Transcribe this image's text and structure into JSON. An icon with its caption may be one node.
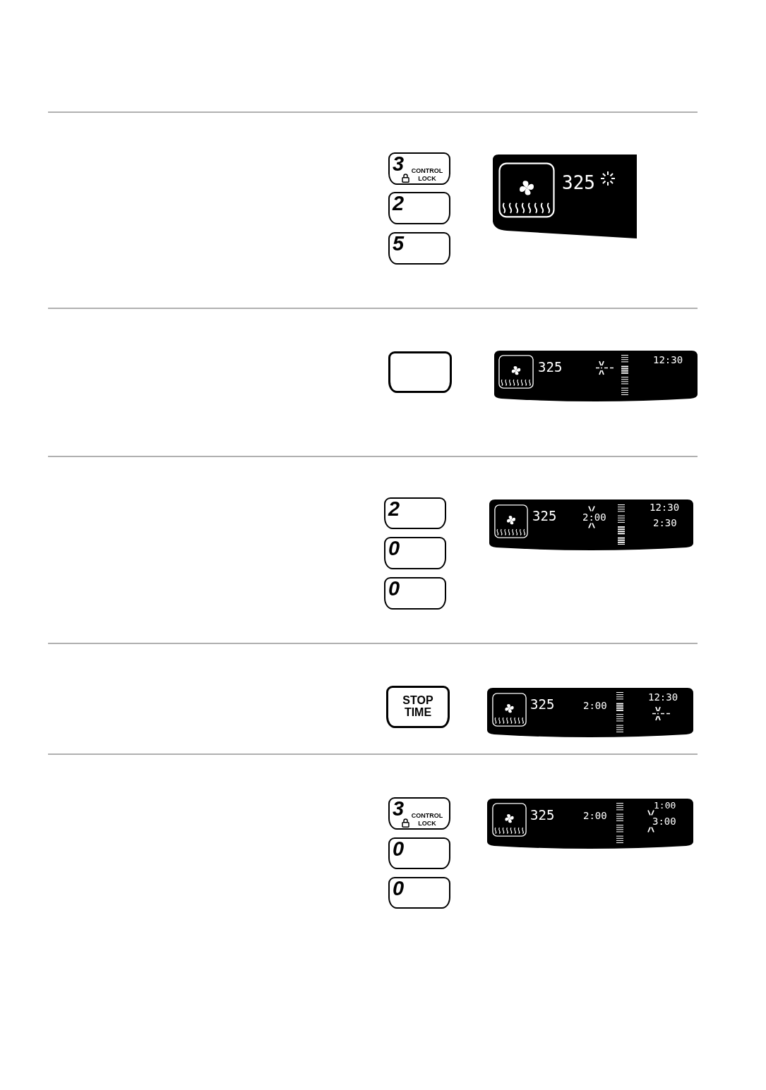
{
  "diagram": {
    "nodes": [
      {
        "text": [
          "3",
          "CONTROL LOCK"
        ]
      },
      {
        "text": [
          "2"
        ]
      },
      {
        "text": [
          "5"
        ]
      },
      {
        "text": [
          "325"
        ]
      },
      {
        "text": [],
        "shape": "box"
      },
      {
        "text": [
          "325",
          "12:30"
        ]
      },
      {
        "text": [
          "2"
        ]
      },
      {
        "text": [
          "0"
        ]
      },
      {
        "text": [
          "0"
        ]
      },
      {
        "text": [
          "325",
          "2:00",
          "12:30",
          "2:30"
        ]
      },
      {
        "text": [
          "STOP TIME"
        ]
      },
      {
        "text": [
          "325",
          "2:00",
          "12:30"
        ]
      },
      {
        "text": [
          "3",
          "CONTROL LOCK"
        ]
      },
      {
        "text": [
          "0"
        ]
      },
      {
        "text": [
          "0"
        ]
      },
      {
        "text": [
          "325",
          "2:00",
          "1:00",
          "3:00"
        ]
      }
    ]
  }
}
